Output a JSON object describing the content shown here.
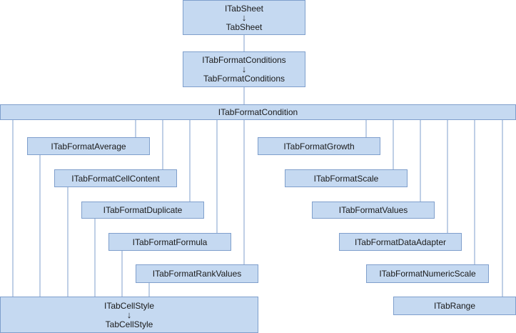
{
  "nodes": {
    "itabsheet": {
      "top": "ITabSheet",
      "bottom": "TabSheet"
    },
    "itabformatconditions": {
      "top": "ITabFormatConditions",
      "bottom": "TabFormatConditions"
    },
    "itabformatcondition": "ITabFormatCondition",
    "itabformataverage": "ITabFormatAverage",
    "itabformatcellcontent": "ITabFormatCellContent",
    "itabformatduplicate": "ITabFormatDuplicate",
    "itabformatformula": "ITabFormatFormula",
    "itabformatrankvalues": "ITabFormatRankValues",
    "itabformatgrowth": "ITabFormatGrowth",
    "itabformatscale": "ITabFormatScale",
    "itabformatvalues": "ITabFormatValues",
    "itabformatdataadapter": "ITabFormatDataAdapter",
    "itabformatnumericscale": "ITabFormatNumericScale",
    "itabrange": "ITabRange",
    "itabcellstyle": {
      "top": "ITabCellStyle",
      "bottom": "TabCellStyle"
    }
  },
  "arrow_glyph": "↓",
  "colors": {
    "box_fill": "#c5d9f1",
    "box_border": "#7f9fcc",
    "connector": "#7f9fcc"
  }
}
